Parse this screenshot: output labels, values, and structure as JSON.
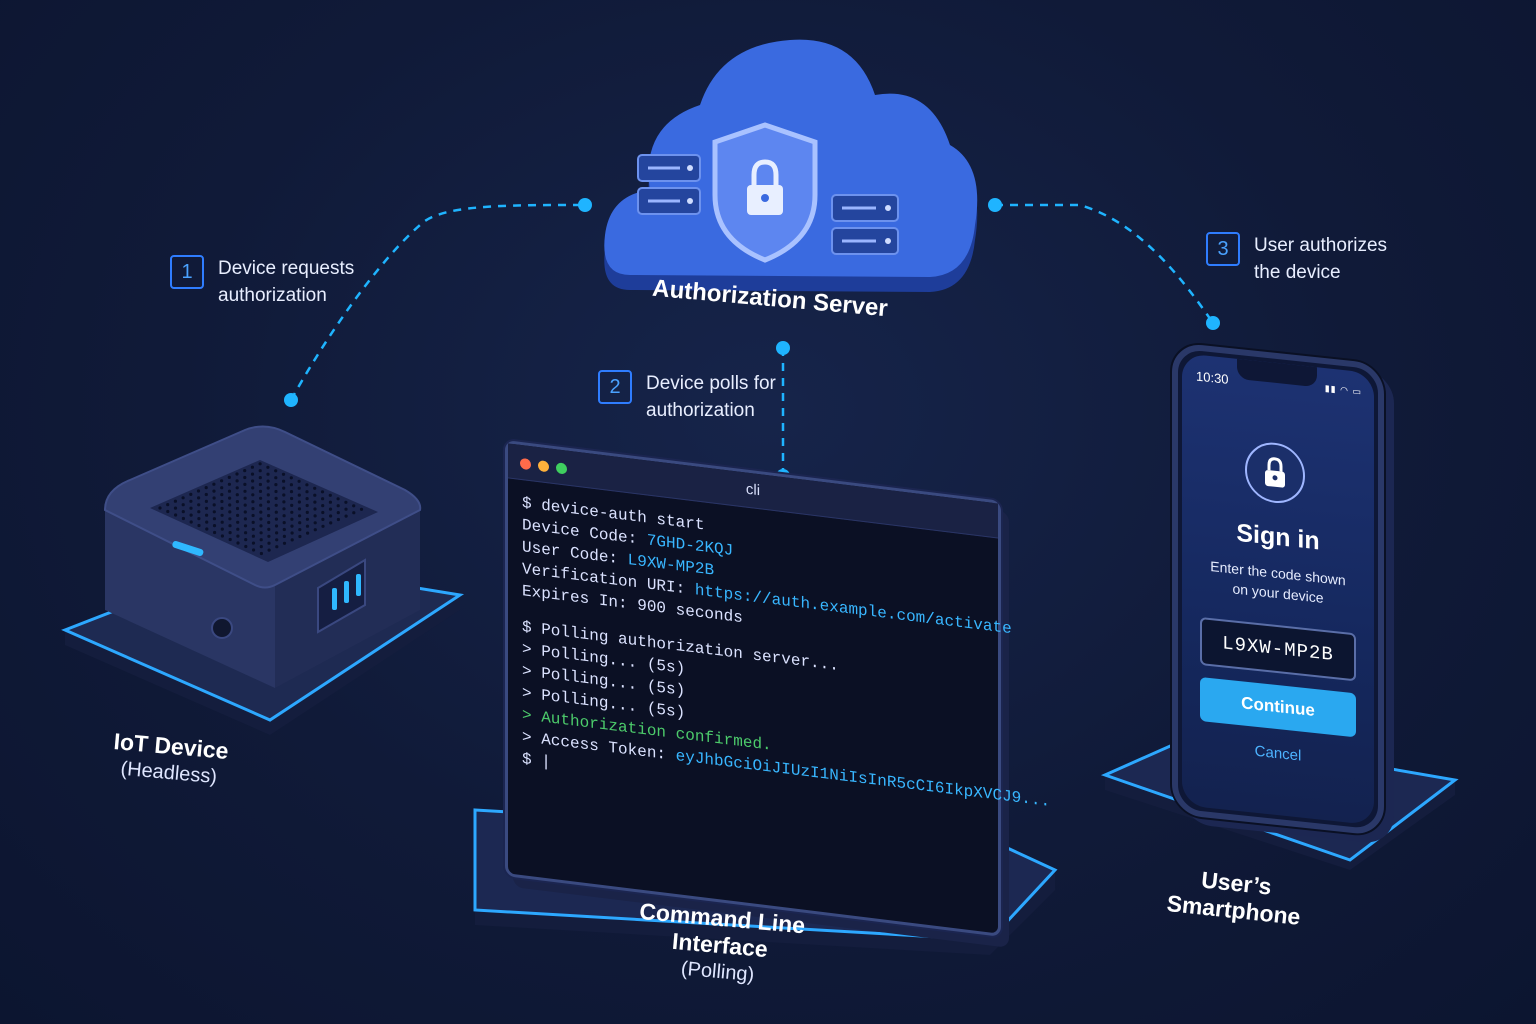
{
  "colors": {
    "background": "#111b3a",
    "accent": "#1fb4ff",
    "cloud": "#3366dd",
    "success": "#4ccb6b",
    "button": "#2aa8f0"
  },
  "server": {
    "title": "Authorization Server",
    "icon": "shield-lock-icon"
  },
  "steps": [
    {
      "number": "1",
      "text": "Device requests\nauthorization"
    },
    {
      "number": "2",
      "text": "Device polls for\nauthorization"
    },
    {
      "number": "3",
      "text": "User authorizes\nthe device"
    }
  ],
  "iot": {
    "title": "IoT Device",
    "subtitle": "(Headless)"
  },
  "terminal": {
    "window_title": "cli",
    "lines": {
      "cmd1": "$ device-auth start",
      "device_code_label": "Device Code: ",
      "device_code": "7GHD-2KQJ",
      "user_code_label": "User Code: ",
      "user_code": "L9XW-MP2B",
      "verification_label": "Verification URI: ",
      "verification_uri": "https://auth.example.com/activate",
      "expires": "Expires In: 900 seconds",
      "cmd2": "$ Polling authorization server...",
      "poll1": "> Polling... (5s)",
      "poll2": "> Polling... (5s)",
      "poll3": "> Polling... (5s)",
      "confirmed": "> Authorization confirmed.",
      "token_label": "> Access Token: ",
      "token": "eyJhbGciOiJIUzI1NiIsInR5cCI6IkpXVCJ9...",
      "prompt": "$ |"
    },
    "title": "Command Line Interface",
    "subtitle": "(Polling)"
  },
  "phone": {
    "time": "10:30",
    "heading": "Sign in",
    "instructions": "Enter the code shown\non your device",
    "code": "L9XW-MP2B",
    "continue_label": "Continue",
    "cancel_label": "Cancel",
    "title": "User’s Smartphone"
  }
}
